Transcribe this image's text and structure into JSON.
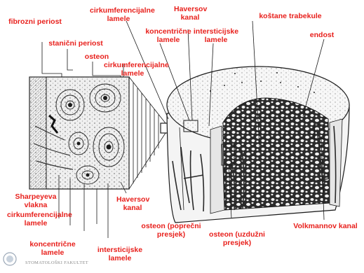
{
  "labels": {
    "fibrous_periosteum": "fibrozni periost",
    "cellular_periosteum": "stanični periost",
    "osteon_top": "osteon",
    "circ_lamellae_top": "cirkumferencijalne lamele",
    "circ_lamellae_mid": "cirkumferencijalne lamele",
    "haversian_canal_top": "Haversov kanal",
    "concentric_lamellae_top": "koncentrične lamele",
    "interstitial_lamellae_top": "intersticijske lamele",
    "trabeculae": "koštane trabekule",
    "endosteum": "endost",
    "sharpey_fibers": "Sharpeyeva vlakna",
    "circ_lamellae_bottom": "cirkumferencijalne lamele",
    "haversian_canal_bottom": "Haversov kanal",
    "concentric_lamellae_bottom": "koncentrične lamele",
    "interstitial_lamellae_bottom": "intersticijske lamele",
    "osteon_cross": "osteon (poprečni presjek)",
    "osteon_long": "osteon (uzdužni presjek)",
    "volkmann": "Volkmannov kanal"
  },
  "footer": {
    "faculty": "STOMATOLOŠKI FAKULTET"
  },
  "colors": {
    "label": "#e8201c",
    "ink": "#1a1a1a"
  }
}
